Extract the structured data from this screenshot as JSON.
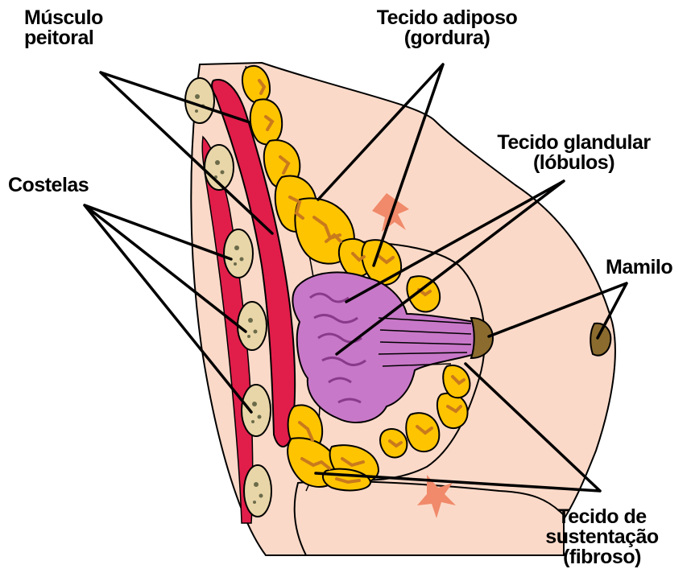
{
  "labels": {
    "musculo_peitoral": [
      "Músculo",
      "peitoral"
    ],
    "tecido_adiposo": [
      "Tecido adiposo",
      "(gordura)"
    ],
    "tecido_glandular": [
      "Tecido glandular",
      "(lóbulos)"
    ],
    "costelas": [
      "Costelas"
    ],
    "mamilo": [
      "Mamilo"
    ],
    "tecido_sustentacao": [
      "Tecido de",
      "sustentação",
      "(fibroso)"
    ]
  },
  "colors": {
    "skin": "#fbd9c8",
    "skin_outline": "#000000",
    "muscle": "#e11d4a",
    "rib": "#e8d6a8",
    "rib_speckle": "#6b6b4a",
    "fat": "#ffc400",
    "fat_detail": "#c97a1c",
    "gland": "#c878c8",
    "gland_dark": "#8a3a8a",
    "nipple": "#8b6b2e",
    "ligament": "#f08a6a"
  }
}
